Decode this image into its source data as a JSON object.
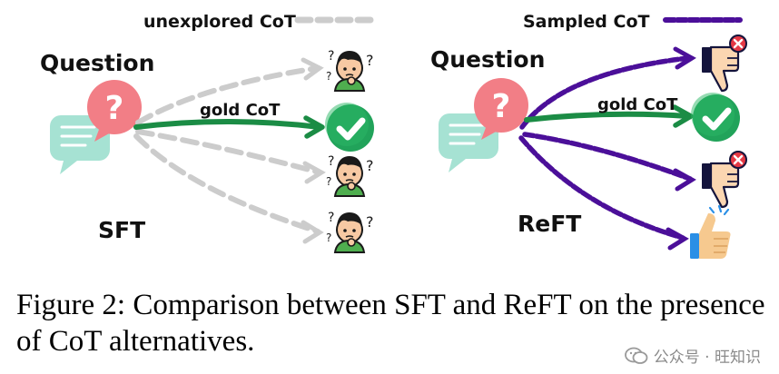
{
  "legend": {
    "left_label": "unexplored CoT",
    "right_label": "Sampled CoT"
  },
  "sft": {
    "question_label": "Question",
    "method_label": "SFT",
    "gold_label": "gold CoT"
  },
  "reft": {
    "question_label": "Question",
    "method_label": "ReFT",
    "gold_label": "gold CoT"
  },
  "colors": {
    "unexplored": "#cccccc",
    "sampled": "#4b0f99",
    "gold": "#1b8c45",
    "bubble_pink": "#f27e86",
    "bubble_teal": "#a6e2d3",
    "check_green": "#21a35a",
    "thumb_blue": "#2a8fe6",
    "thumb_skin": "#f6c98f",
    "thumbdown_skin": "#fbd6b1",
    "x_red": "#e53945"
  },
  "caption": "Figure 2: Comparison between SFT and ReFT on the presence of CoT alternatives.",
  "watermark": "公众号 · 旺知识"
}
